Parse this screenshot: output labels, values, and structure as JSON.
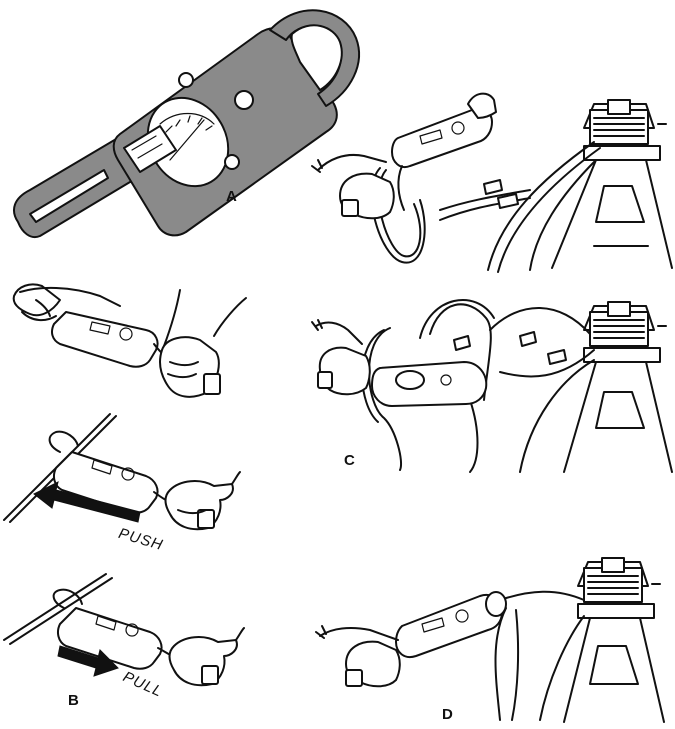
{
  "labels": {
    "a": "A",
    "b": "B",
    "c": "C",
    "d": "D",
    "push": "PUSH",
    "pull": "PULL"
  },
  "colors": {
    "ink": "#111111",
    "paper": "#ffffff",
    "meter_body": "#8a8a8a"
  },
  "icons": {
    "clamp_meter": "clamp-on-ammeter-icon",
    "hand": "hand-icon",
    "insulator": "insulator-stand-icon",
    "arrow": "direction-arrow-icon"
  }
}
